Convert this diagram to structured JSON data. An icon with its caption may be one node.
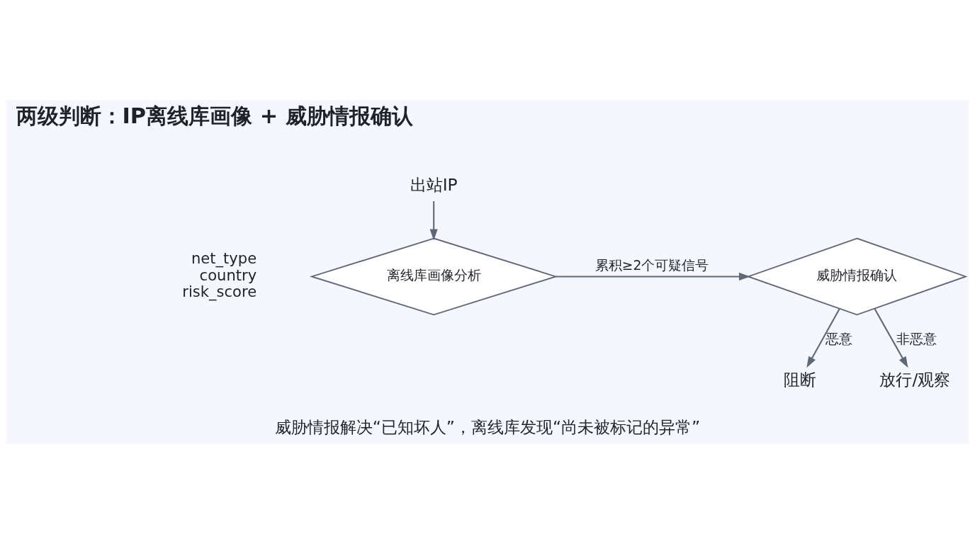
{
  "diagram": {
    "title": "两级判断：IP离线库画像 + 威胁情报确认",
    "caption": "威胁情报解决“已知坏人”，离线库发现“尚未被标记的异常”",
    "nodes": [
      {
        "text": [
          "出站IP"
        ]
      },
      {
        "text": [
          "离线库画像分析"
        ],
        "beside": [
          "net_type",
          "country",
          "risk_score"
        ]
      },
      {
        "text": [
          "威胁情报确认"
        ]
      },
      {
        "text": [
          "阻断"
        ]
      },
      {
        "text": [
          "放行/观察"
        ]
      }
    ],
    "edges": [
      {
        "from": 0,
        "to": 1,
        "arrow": "to"
      },
      {
        "from": 1,
        "to": 2,
        "arrow": "to",
        "label": "累积≥2个可疑信号"
      },
      {
        "from": 2,
        "to": 3,
        "arrow": "to",
        "label": "恶意"
      },
      {
        "from": 2,
        "to": 4,
        "arrow": "to",
        "label": "非恶意"
      }
    ]
  }
}
